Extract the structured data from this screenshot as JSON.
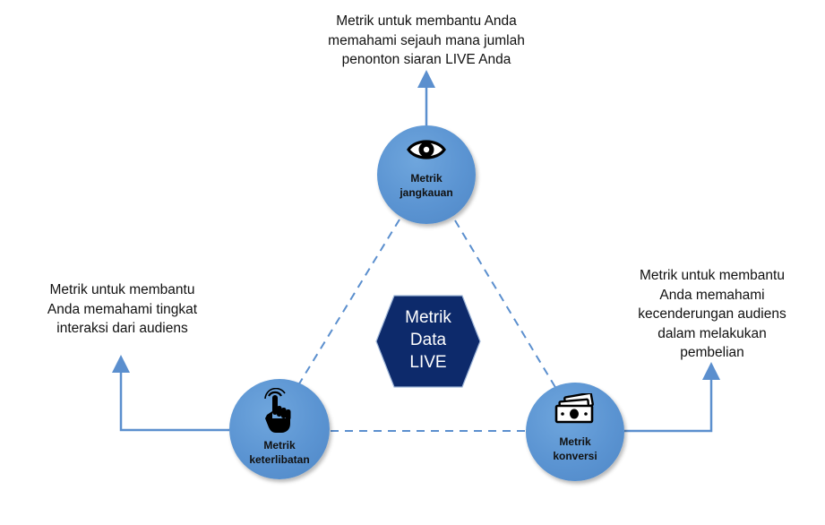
{
  "center": {
    "title": "Metrik\nData\nLIVE"
  },
  "nodes": {
    "reach": {
      "label": "Metrik\njangkauan",
      "icon": "eye-icon",
      "description": "Metrik untuk membantu Anda\nmemahami sejauh mana jumlah\npenonton siaran LIVE Anda"
    },
    "engagement": {
      "label": "Metrik\nketerlibatan",
      "icon": "tap-hand-icon",
      "description": "Metrik untuk membantu\nAnda memahami tingkat\ninteraksi dari audiens"
    },
    "conversion": {
      "label": "Metrik\nkonversi",
      "icon": "money-bills-icon",
      "description": "Metrik untuk membantu\nAnda memahami\nkecenderungan audiens\ndalam melakukan\npembelian"
    }
  },
  "colors": {
    "circle_fill": "#5b94d2",
    "hexagon_fill": "#0d2a6b",
    "connector_line": "#5b8fce",
    "text": "#111111"
  }
}
